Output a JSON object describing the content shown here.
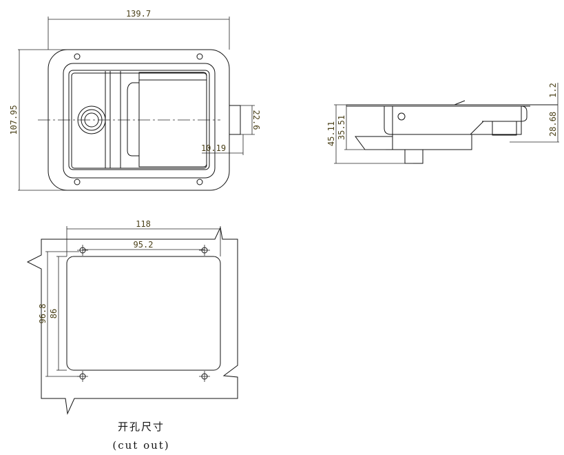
{
  "front_view": {
    "width_dim": "139.7",
    "height_dim": "107.95",
    "bolt_dim": "22.6",
    "bolt_offset_dim": "10.19"
  },
  "side_view": {
    "total_depth_dim": "45.11",
    "body_depth_dim": "35.51",
    "flange_dim": "1.2",
    "bolt_depth_dim": "28.68"
  },
  "cutout_view": {
    "outer_width_dim": "118",
    "hole_spacing_dim": "95.2",
    "outer_height_dim": "96.8",
    "inner_height_dim": "86"
  },
  "caption": {
    "chinese": "开孔尺寸",
    "english": "(cut out)"
  }
}
